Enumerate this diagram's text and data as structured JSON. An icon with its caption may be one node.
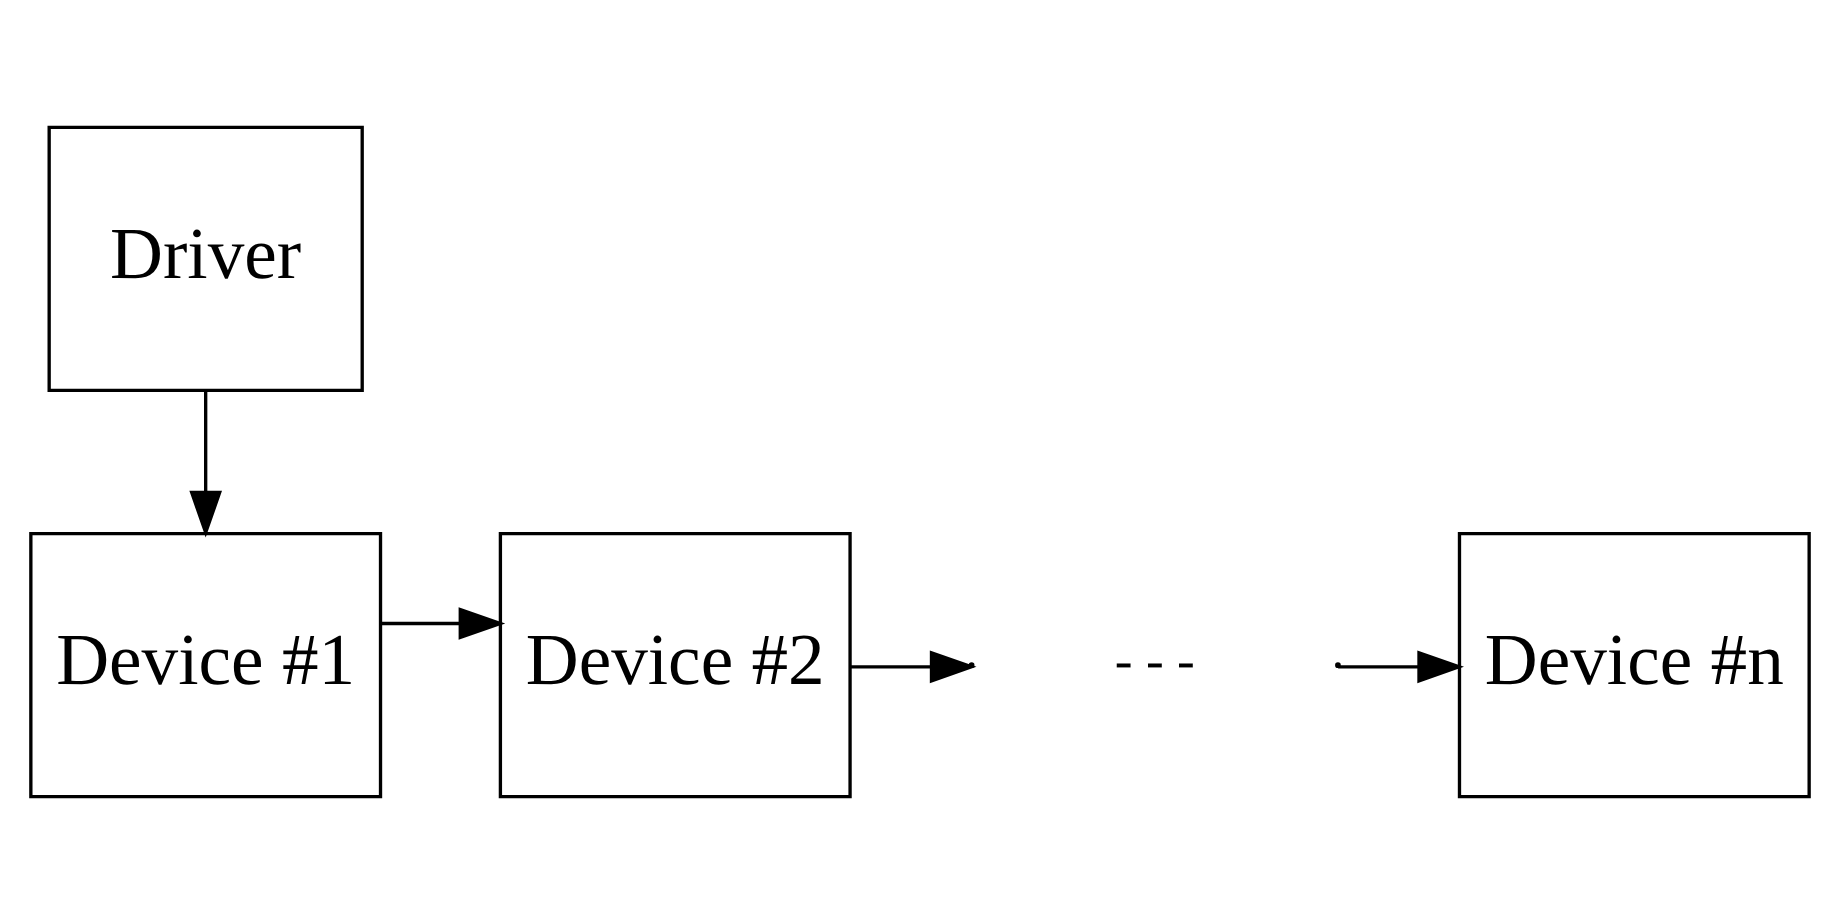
{
  "diagram": {
    "nodes": [
      {
        "text": [
          "Driver"
        ]
      },
      {
        "text": [
          "Device #1"
        ]
      },
      {
        "text": [
          "Device #2"
        ]
      },
      {
        "text": [
          "Device #n"
        ]
      }
    ],
    "edges": [
      {
        "from": 0,
        "to": 1,
        "arrow": "to"
      },
      {
        "from": 1,
        "to": 2,
        "arrow": "to"
      },
      {
        "from": 2,
        "to": null,
        "arrow": "to"
      },
      {
        "from": null,
        "to": 3,
        "arrow": "to"
      }
    ],
    "labels": [
      "- - -"
    ]
  }
}
